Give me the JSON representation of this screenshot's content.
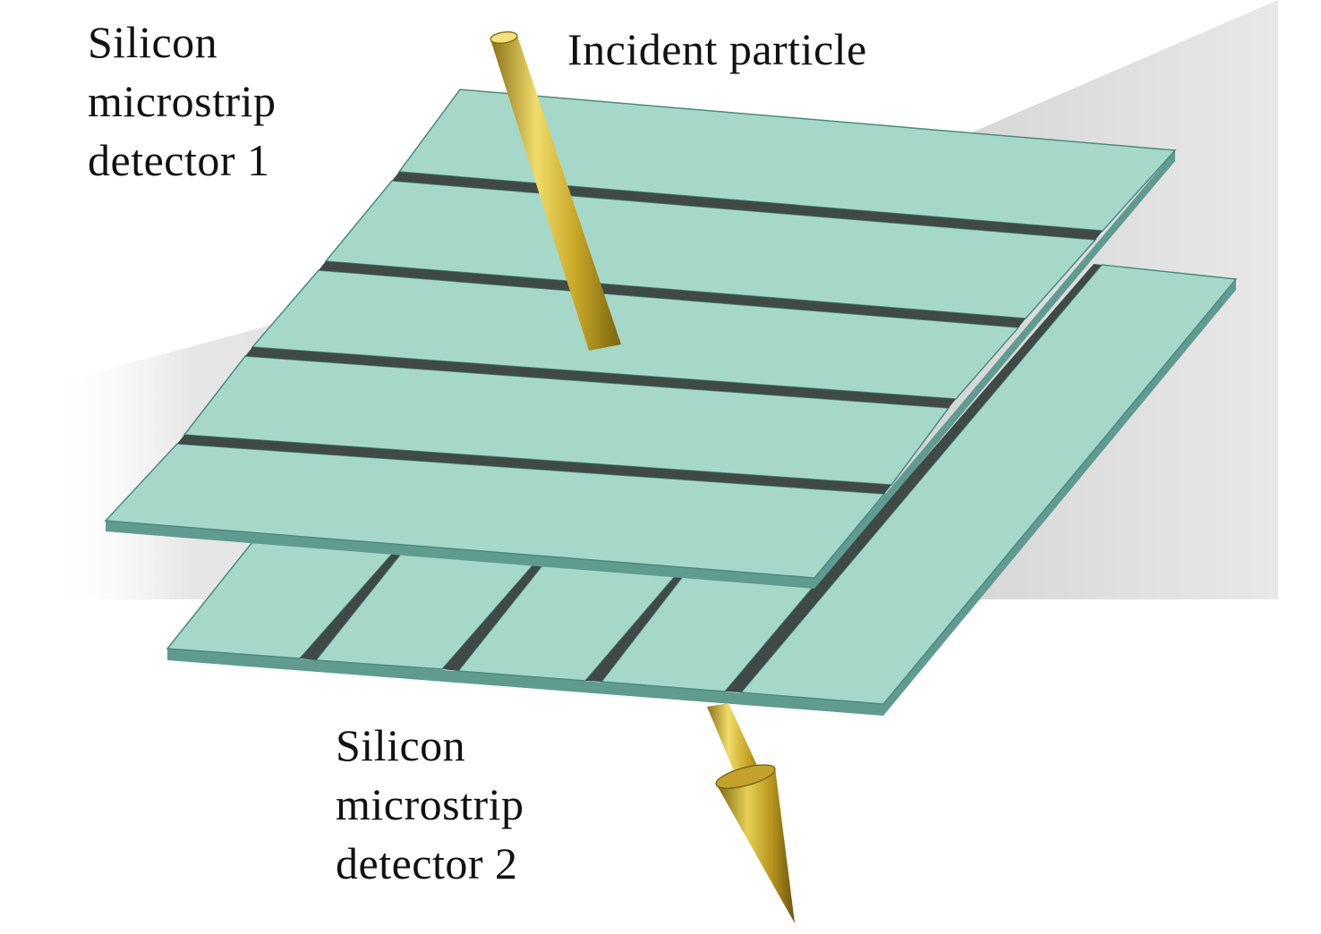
{
  "labels": {
    "detector_1": "Silicon\nmicrostrip\ndetector 1",
    "incident_particle": "Incident particle",
    "detector_2": "Silicon\nmicrostrip\ndetector 2"
  },
  "colors": {
    "background_panel": "#d9d9d9",
    "strip_face": "#a6d8ca",
    "strip_edge": "#4d8a7e",
    "gap_dark": "#3f4a47",
    "particle_gold": "#c9a826",
    "particle_highlight": "#f0dc6a",
    "particle_shadow": "#7a6410"
  },
  "structure": {
    "detector_1_strip_count": 5,
    "detector_2_strip_count": 5,
    "detector_1_orientation": "horizontal strips",
    "detector_2_orientation": "diagonal strips, crossed relative to detector 1"
  },
  "icons": {
    "particle_in": "rod-arrow-incoming",
    "particle_out": "cone-arrow-outgoing"
  }
}
